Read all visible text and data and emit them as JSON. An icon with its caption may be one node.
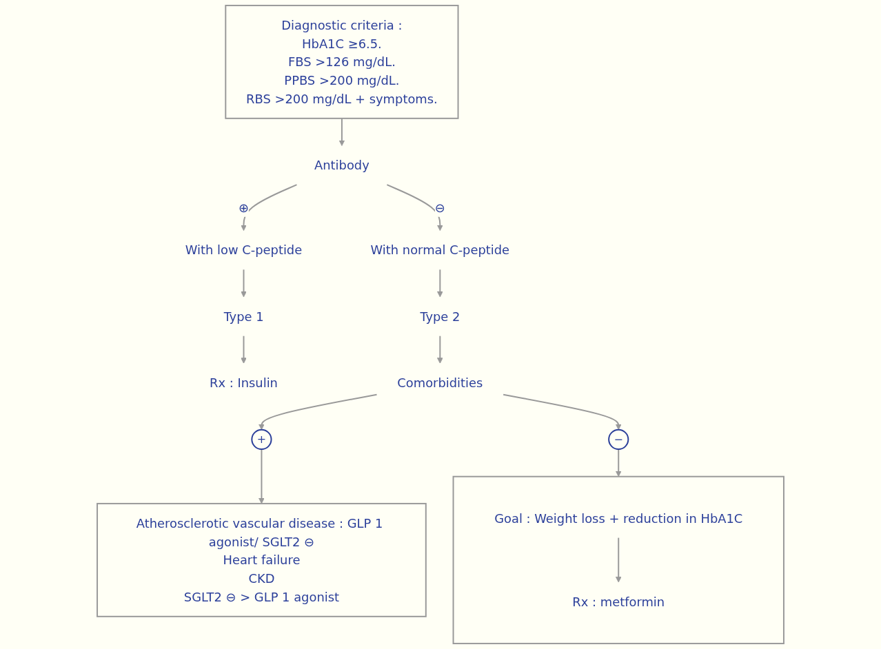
{
  "diagram": {
    "nodes": [
      {
        "text": [
          "Diagnostic criteria :",
          "HbA1C ≥6.5.",
          "FBS >126 mg/dL.",
          "PPBS >200 mg/dL.",
          "RBS >200 mg/dL + symptoms."
        ]
      },
      {
        "text": [
          "Antibody"
        ]
      },
      {
        "text": [
          "With low C-peptide"
        ]
      },
      {
        "text": [
          "With normal C-peptide"
        ]
      },
      {
        "text": [
          "Type 1"
        ]
      },
      {
        "text": [
          "Rx : Insulin"
        ]
      },
      {
        "text": [
          "Type 2"
        ]
      },
      {
        "text": [
          "Comorbidities"
        ]
      },
      {
        "text": [
          "+"
        ]
      },
      {
        "text": [
          "−"
        ]
      },
      {
        "text": [
          "Atherosclerotic vascular disease : GLP 1 agonist/ SGLT2 ⊖",
          "Heart failure",
          "CKD",
          "SGLT2 ⊖ > GLP 1 agonist"
        ]
      },
      {
        "text": [],
        "shape": "box"
      },
      {
        "text": [
          "Goal : Weight loss + reduction in HbA1C"
        ],
        "in": 11
      },
      {
        "text": [
          "Rx : metformin"
        ],
        "in": 11
      }
    ],
    "edges": [
      {
        "from": 0,
        "to": 1,
        "arrow": "to"
      },
      {
        "from": 1,
        "to": 2,
        "arrow": "to",
        "label": "⊕"
      },
      {
        "from": 1,
        "to": 3,
        "arrow": "to",
        "label": "⊖"
      },
      {
        "from": 2,
        "to": 4,
        "arrow": "to"
      },
      {
        "from": 4,
        "to": 5,
        "arrow": "to"
      },
      {
        "from": 3,
        "to": 6,
        "arrow": "to"
      },
      {
        "from": 6,
        "to": 7,
        "arrow": "to"
      },
      {
        "from": 7,
        "to": 8,
        "arrow": "to"
      },
      {
        "from": 7,
        "to": 9,
        "arrow": "to"
      },
      {
        "from": 8,
        "to": 10,
        "arrow": "to"
      },
      {
        "from": 9,
        "to": 11,
        "arrow": "to"
      },
      {
        "from": 12,
        "to": 13,
        "arrow": "to"
      }
    ]
  }
}
